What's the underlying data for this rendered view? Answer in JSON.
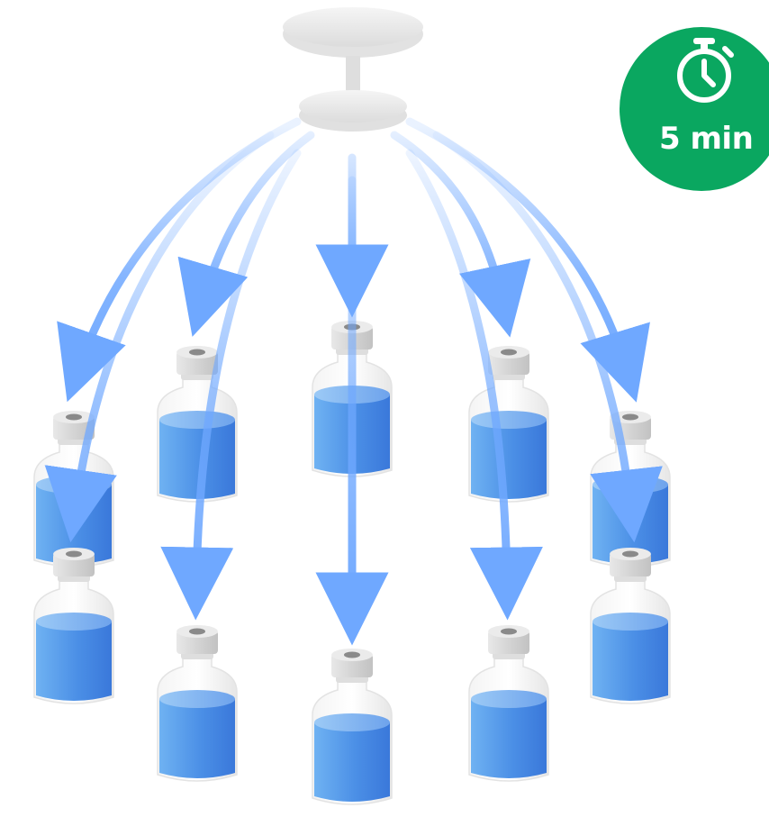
{
  "timer": {
    "label": "5 min",
    "icon": "stopwatch-icon",
    "background_color": "#0aa760"
  },
  "source": {
    "icon": "dispenser-head-icon"
  },
  "vials": {
    "count": 10,
    "liquid_color": "#4a8ee8",
    "cap_color": "#d9d9d9"
  },
  "arrows": {
    "count": 9,
    "color": "#6fa8ff"
  }
}
